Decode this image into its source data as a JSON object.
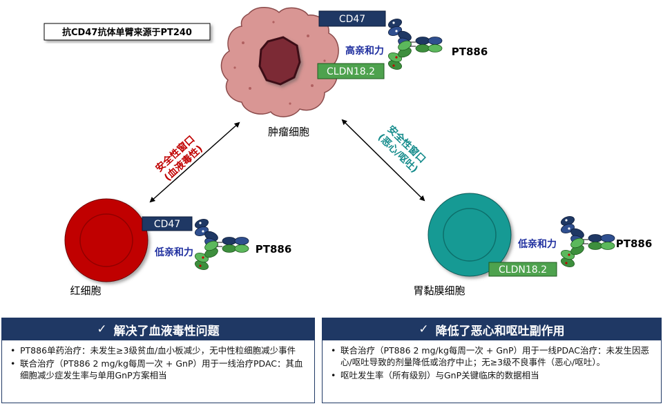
{
  "source_label": "抗CD47抗体单臂来源于PT240",
  "cells": {
    "tumor": "肿瘤细胞",
    "rbc": "红细胞",
    "gastric": "胃黏膜细胞"
  },
  "receptors": {
    "cd47": "CD47",
    "cldn": "CLDN18.2"
  },
  "drug": "PT886",
  "affinity": {
    "high": "高亲和力",
    "low": "低亲和力"
  },
  "safety_left": {
    "line1": "安全性窗口",
    "line2": "(血液毒性)"
  },
  "safety_right": {
    "line1": "安全性窗口",
    "line2": "(恶心/呕吐)"
  },
  "panel_left": {
    "title": "解决了血液毒性问题",
    "check": "✓",
    "items": [
      "PT886单药治疗：未发生≥3级贫血/血小板减少，无中性粒细胞减少事件",
      "联合治疗（PT886 2 mg/kg每周一次 + GnP）用于一线治疗PDAC：其血细胞减少症发生率与单用GnP方案相当"
    ]
  },
  "panel_right": {
    "title": "降低了恶心和呕吐副作用",
    "check": "✓",
    "items": [
      "联合治疗（PT886 2 mg/kg每周一次 + GnP）用于一线PDAC治疗：未发生因恶心/呕吐导致的剂量降低或治疗中止；无≥3级不良事件（恶心/呕吐）。",
      "呕吐发生率（所有级别）与GnP关键临床的数据相当"
    ]
  },
  "colors": {
    "navy": "#1f3864",
    "cd47_blue": "#2f4f8f",
    "cldn_green": "#4ea24e",
    "red_cell": "#c00000",
    "teal_cell": "#159a94",
    "tumor_pink": "#d99694",
    "nucleus": "#7b2b36",
    "affinity_text": "#1f2f9f",
    "safety_red": "#c00000",
    "safety_teal": "#168c8c"
  }
}
